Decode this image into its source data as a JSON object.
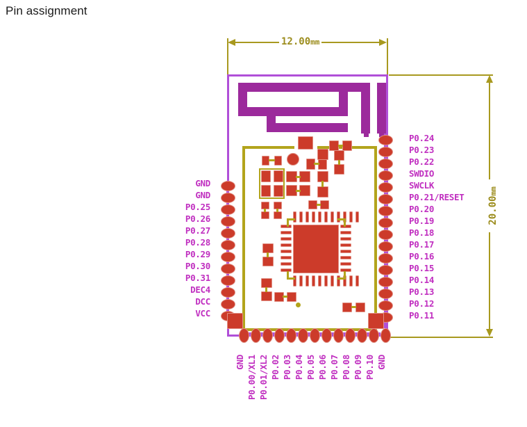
{
  "page": {
    "title": "Pin assignment"
  },
  "diagram": {
    "name": "module-pin-assignment-drawing",
    "colors": {
      "board_outline": "#b04fd8",
      "antenna": "#9c2a9c",
      "pad": "#cc3b2a",
      "silkscreen": "#b3a41c",
      "dimension": "#a8991f",
      "label_text": "#c02fc0"
    },
    "dimensions": {
      "width": "12.00mm",
      "width_value": "12.00",
      "width_unit": "mm",
      "height": "20.00mm",
      "height_value": "20.00",
      "height_unit": "mm"
    },
    "pins": {
      "left": [
        "GND",
        "GND",
        "P0.25",
        "P0.26",
        "P0.27",
        "P0.28",
        "P0.29",
        "P0.30",
        "P0.31",
        "DEC4",
        "DCC",
        "VCC"
      ],
      "right": [
        "P0.24",
        "P0.23",
        "P0.22",
        "SWDIO",
        "SWCLK",
        "P0.21/RESET",
        "P0.20",
        "P0.19",
        "P0.18",
        "P0.17",
        "P0.16",
        "P0.15",
        "P0.14",
        "P0.13",
        "P0.12",
        "P0.11"
      ],
      "bottom": [
        "GND",
        "P0.00/XL1",
        "P0.01/XL2",
        "P0.02",
        "P0.03",
        "P0.04",
        "P0.05",
        "P0.06",
        "P0.07",
        "P0.08",
        "P0.09",
        "P0.10",
        "GND"
      ]
    }
  }
}
